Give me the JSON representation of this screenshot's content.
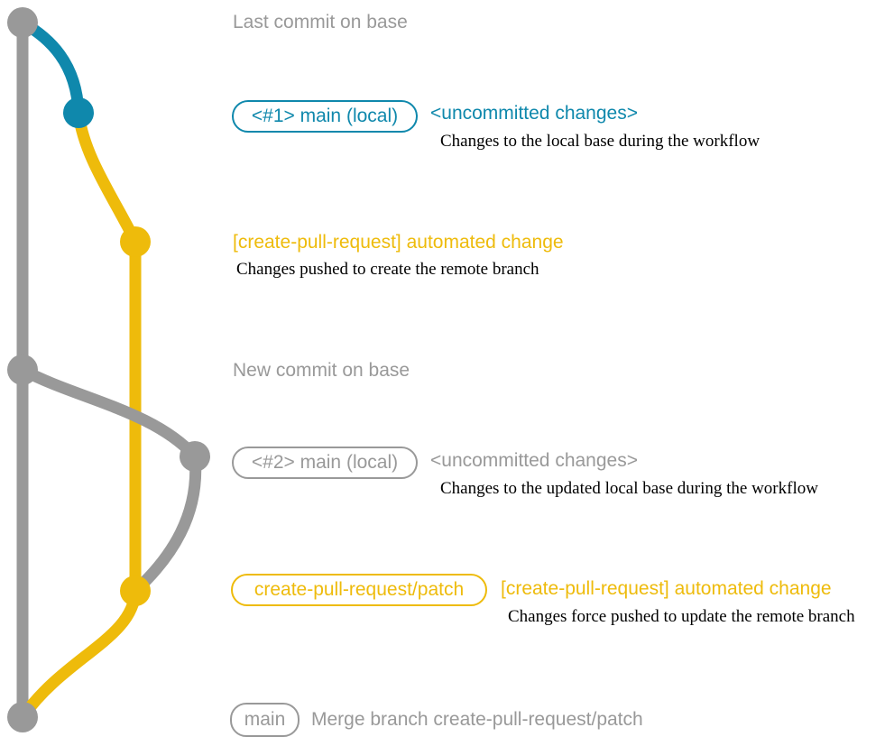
{
  "colors": {
    "gray": "#999999",
    "blue": "#0f88ac",
    "yellow": "#eebb0b",
    "text_black": "#000000",
    "background": "#ffffff"
  },
  "graph": {
    "captions": {
      "last_commit": "Last commit on base",
      "new_commit": "New commit on base"
    },
    "nodes": [
      {
        "id": "last-commit-on-base",
        "color": "gray"
      },
      {
        "id": "local-main-commit-1",
        "color": "blue"
      },
      {
        "id": "automated-change-commit-1",
        "color": "yellow"
      },
      {
        "id": "new-commit-on-base",
        "color": "gray"
      },
      {
        "id": "local-main-commit-2",
        "color": "gray"
      },
      {
        "id": "automated-change-commit-2",
        "color": "yellow"
      },
      {
        "id": "merge-commit",
        "color": "gray"
      }
    ]
  },
  "rows": {
    "row1": {
      "badge": "<#1> main (local)",
      "status": "<uncommitted changes>",
      "description": "Changes to the local base during the workflow"
    },
    "row2": {
      "title": "[create-pull-request] automated change",
      "description": "Changes pushed to create the remote branch"
    },
    "row3": {
      "badge": "<#2> main (local)",
      "status": "<uncommitted changes>",
      "description": "Changes to the updated local base during the workflow"
    },
    "row4": {
      "badge": "create-pull-request/patch",
      "title": "[create-pull-request] automated change",
      "description": "Changes force pushed to update the remote branch"
    },
    "row5": {
      "badge": "main",
      "description": "Merge branch create-pull-request/patch"
    }
  }
}
